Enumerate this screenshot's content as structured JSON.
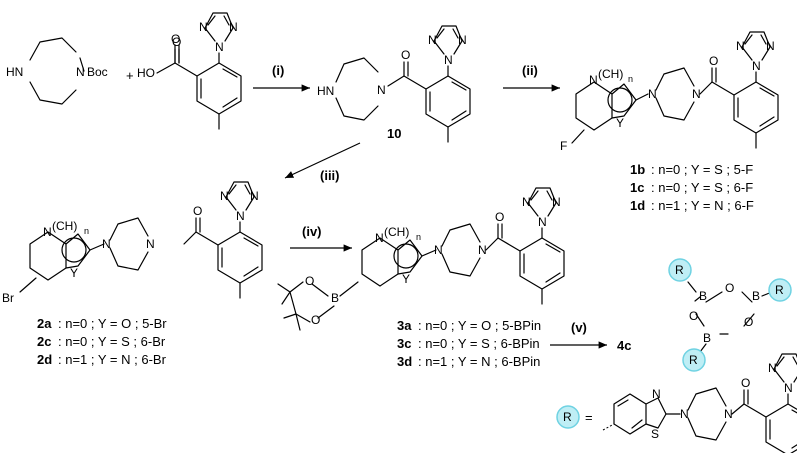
{
  "reagents": {
    "boc": "Boc",
    "hn": "HN",
    "ho": "HO",
    "plus": "+"
  },
  "steps": [
    "(i)",
    "(ii)",
    "(iii)",
    "(iv)",
    "(v)"
  ],
  "compounds": {
    "c10": "10",
    "c4c": "4c"
  },
  "atoms": {
    "N": "N",
    "O": "O",
    "F": "F",
    "Br": "Br",
    "Y": "Y",
    "B": "B",
    "R": "R",
    "S": "S",
    "HN": "HN",
    "ch": "(CH)",
    "n": "n",
    "eq": "="
  },
  "table1": [
    {
      "id": "1b",
      "text": ": n=0 ; Y = S ; 5-F"
    },
    {
      "id": "1c",
      "text": ": n=0 ; Y = S ; 6-F"
    },
    {
      "id": "1d",
      "text": ": n=1 ; Y = N ; 6-F"
    }
  ],
  "table2": [
    {
      "id": "2a",
      "text": ": n=0 ; Y = O ; 5-Br"
    },
    {
      "id": "2c",
      "text": ": n=0 ; Y = S ; 6-Br"
    },
    {
      "id": "2d",
      "text": ": n=1 ; Y = N ; 6-Br"
    }
  ],
  "table3": [
    {
      "id": "3a",
      "text": ": n=0 ; Y = O ; 5-BPin"
    },
    {
      "id": "3c",
      "text": ": n=0 ; Y = S ; 6-BPin"
    },
    {
      "id": "3d",
      "text": ": n=1 ; Y = N ; 6-BPin"
    }
  ]
}
